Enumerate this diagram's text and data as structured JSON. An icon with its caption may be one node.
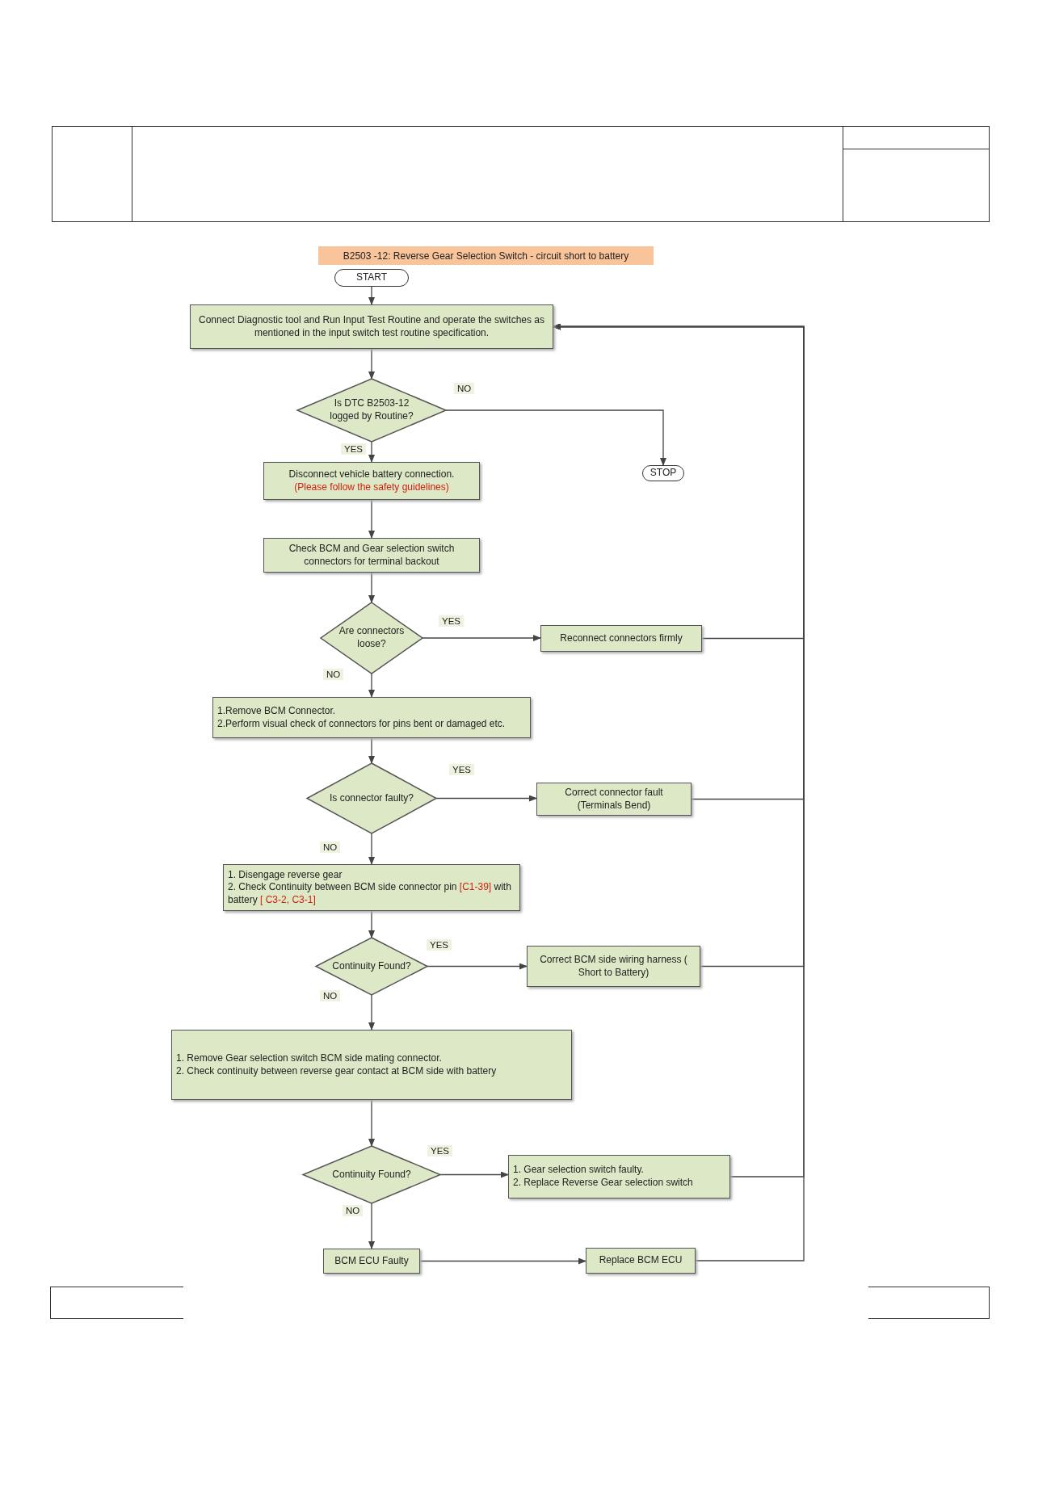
{
  "diagram": {
    "title": "B2503 -12: Reverse Gear Selection Switch - circuit short to battery",
    "nodes": [
      {
        "text": [
          "START"
        ]
      },
      {
        "text": [
          "Connect Diagnostic tool and Run Input Test Routine and operate the switches as mentioned in the input switch test routine specification."
        ]
      },
      {
        "text": [
          "Is DTC B2503-12 logged by Routine?"
        ]
      },
      {
        "text": [
          "STOP"
        ]
      },
      {
        "text": [
          "Disconnect vehicle battery connection.",
          "(Please follow the safety guidelines)"
        ]
      },
      {
        "text": [
          "Check  BCM and Gear selection switch connectors for terminal backout"
        ]
      },
      {
        "text": [
          "Are connectors loose?"
        ]
      },
      {
        "text": [
          "Reconnect connectors firmly"
        ]
      },
      {
        "text": [
          "1.Remove BCM Connector.",
          "2.Perform visual check of connectors for pins bent or damaged etc."
        ]
      },
      {
        "text": [
          "Is connector faulty?"
        ]
      },
      {
        "text": [
          "Correct connector fault (Terminals Bend)"
        ]
      },
      {
        "text": [
          "1. Disengage reverse gear",
          "2. Check Continuity between BCM side connector pin",
          "[C1-39]",
          "with battery",
          "[ C3-2, C3-1]"
        ]
      },
      {
        "text": [
          "Continuity Found?"
        ]
      },
      {
        "text": [
          "Correct BCM side wiring harness ( Short to Battery)"
        ]
      },
      {
        "text": [
          "1. Remove Gear selection switch BCM side  mating connector.",
          "2. Check continuity between reverse gear contact at BCM side with battery"
        ]
      },
      {
        "text": [
          "Continuity Found?"
        ]
      },
      {
        "text": [
          "1. Gear selection switch faulty.",
          "2. Replace Reverse Gear selection switch"
        ]
      },
      {
        "text": [
          "BCM ECU Faulty"
        ]
      },
      {
        "text": [
          "Replace BCM ECU"
        ]
      }
    ],
    "edges": [
      {
        "from": 0,
        "to": 1,
        "arrow": "to"
      },
      {
        "from": 1,
        "to": 2,
        "arrow": "to"
      },
      {
        "from": 2,
        "to": 3,
        "arrow": "to",
        "label": "NO"
      },
      {
        "from": 2,
        "to": 4,
        "arrow": "to",
        "label": "YES"
      },
      {
        "from": 4,
        "to": 5,
        "arrow": "to"
      },
      {
        "from": 5,
        "to": 6,
        "arrow": "to"
      },
      {
        "from": 6,
        "to": 7,
        "arrow": "to",
        "label": "YES"
      },
      {
        "from": 6,
        "to": 8,
        "arrow": "to",
        "label": "NO"
      },
      {
        "from": 7,
        "to": 1,
        "arrow": "to"
      },
      {
        "from": 8,
        "to": 9,
        "arrow": "to"
      },
      {
        "from": 9,
        "to": 10,
        "arrow": "to",
        "label": "YES"
      },
      {
        "from": 9,
        "to": 11,
        "arrow": "to",
        "label": "NO"
      },
      {
        "from": 10,
        "to": 1,
        "arrow": "to"
      },
      {
        "from": 11,
        "to": 12,
        "arrow": "to"
      },
      {
        "from": 12,
        "to": 13,
        "arrow": "to",
        "label": "YES"
      },
      {
        "from": 12,
        "to": 14,
        "arrow": "to",
        "label": "NO"
      },
      {
        "from": 13,
        "to": 1,
        "arrow": "to"
      },
      {
        "from": 14,
        "to": 15,
        "arrow": "to"
      },
      {
        "from": 15,
        "to": 16,
        "arrow": "to",
        "label": "YES"
      },
      {
        "from": 15,
        "to": 17,
        "arrow": "to",
        "label": "NO"
      },
      {
        "from": 16,
        "to": 1,
        "arrow": "to"
      },
      {
        "from": 17,
        "to": 18,
        "arrow": "to"
      },
      {
        "from": 18,
        "to": 1,
        "arrow": "to"
      }
    ]
  }
}
